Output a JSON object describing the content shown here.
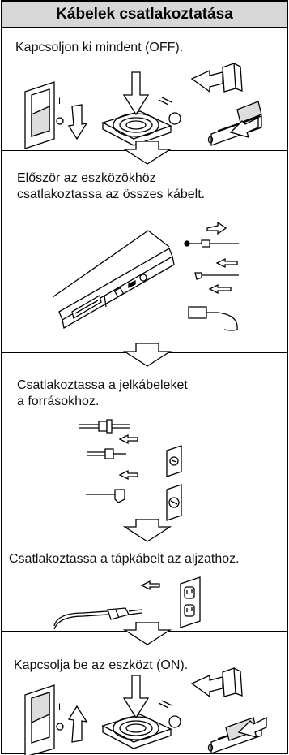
{
  "title": "Kábelek csatlakoztatása",
  "steps": [
    {
      "lines": [
        "Kapcsoljon ki mindent (OFF)."
      ]
    },
    {
      "lines": [
        "Először az eszközökhöz",
        "csatlakoztassa az összes kábelt."
      ]
    },
    {
      "lines": [
        "Csatlakoztassa a jelkábeleket",
        "a forrásokhoz."
      ]
    },
    {
      "lines": [
        "Csatlakoztassa a tápkábelt az aljzathoz."
      ]
    },
    {
      "lines": [
        "Kapcsolja be az eszközt (ON)."
      ]
    }
  ],
  "switch_labels": {
    "on_mark": "I",
    "off_mark": "O"
  },
  "colors": {
    "border": "#000000",
    "header_bg": "#d7d7d7",
    "line_art": "#000000"
  },
  "icons": [
    "power-switch-icon",
    "power-button-icon",
    "rocker-switch-icon",
    "laptop-icon",
    "cable-icon",
    "wall-socket-icon",
    "flow-arrow-icon"
  ]
}
